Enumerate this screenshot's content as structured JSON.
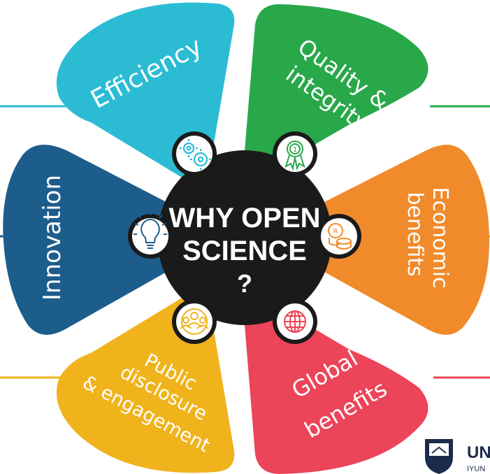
{
  "center": {
    "line1": "WHY OPEN",
    "line2": "SCIENCE",
    "line3": "?"
  },
  "petals": {
    "efficiency": {
      "label": "Efficiency",
      "color": "#2bbcd4",
      "icon": "gears-icon"
    },
    "quality": {
      "label1": "Quality &",
      "label2": "integrity",
      "color": "#29a84a",
      "icon": "award-ribbon-icon"
    },
    "economic": {
      "label1": "Economic",
      "label2": "benefits",
      "color": "#f18a2a",
      "icon": "coins-icon"
    },
    "global": {
      "label1": "Global",
      "label2": "benefits",
      "color": "#ec4458",
      "icon": "globe-icon"
    },
    "public": {
      "label1": "Public",
      "label2": "disclosure",
      "label3": "& engagement",
      "color": "#f0b31c",
      "icon": "people-group-icon"
    },
    "innovation": {
      "label": "Innovation",
      "color": "#1d5d8c",
      "icon": "lightbulb-icon"
    }
  },
  "center_color": "#1a1a1a",
  "logo": {
    "text_line1": "UN",
    "text_line2": "IYUN"
  }
}
